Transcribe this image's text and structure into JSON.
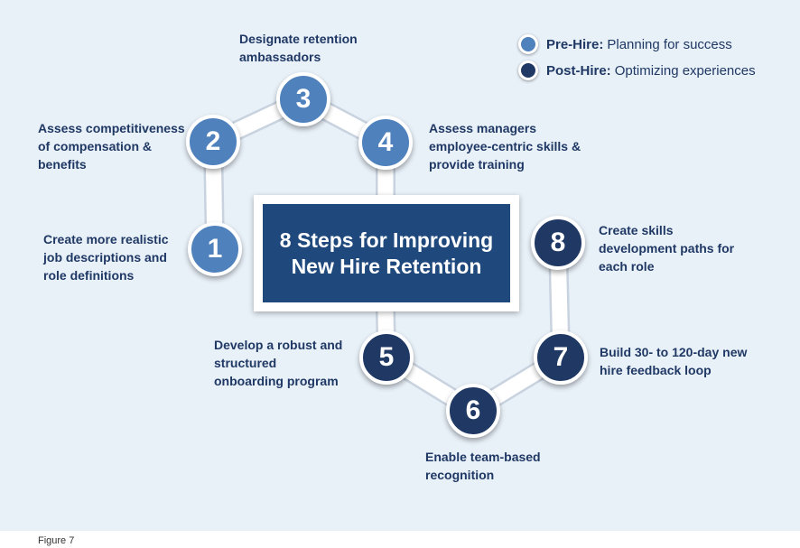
{
  "title": "8 Steps for Improving New Hire Retention",
  "legend": [
    {
      "key": "pre",
      "bold": "Pre-Hire:",
      "text": "Planning for success",
      "color": "#4f81bd"
    },
    {
      "key": "post",
      "bold": "Post-Hire:",
      "text": "Optimizing experiences",
      "color": "#1f3864"
    }
  ],
  "steps": [
    {
      "number": "1",
      "phase": "pre",
      "label": "Create more realistic job descriptions and role definitions"
    },
    {
      "number": "2",
      "phase": "pre",
      "label": "Assess competitiveness of compensation & benefits"
    },
    {
      "number": "3",
      "phase": "pre",
      "label": "Designate retention ambassadors"
    },
    {
      "number": "4",
      "phase": "pre",
      "label": "Assess managers employee-centric skills & provide training"
    },
    {
      "number": "5",
      "phase": "post",
      "label": "Develop a robust and structured onboarding program"
    },
    {
      "number": "6",
      "phase": "post",
      "label": "Enable team-based recognition"
    },
    {
      "number": "7",
      "phase": "post",
      "label": "Build 30- to 120-day new hire feedback loop"
    },
    {
      "number": "8",
      "phase": "post",
      "label": "Create skills development paths for each role"
    }
  ],
  "caption": "Figure 7"
}
